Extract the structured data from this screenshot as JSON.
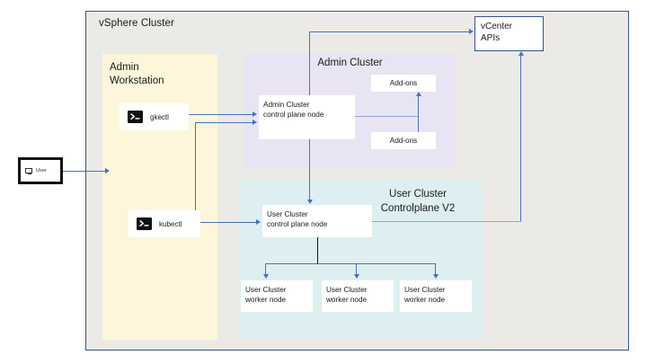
{
  "diagram": {
    "outer": {
      "title": "vSphere Cluster",
      "bg_color": "#eceae6",
      "border_color": "#33578f"
    },
    "panels": {
      "admin_workstation": {
        "title": "Admin\nWorkstation",
        "line1": "Admin",
        "line2": "Workstation",
        "bg_color": "#fdf6da"
      },
      "admin_cluster": {
        "title": "Admin Cluster",
        "bg_color": "#e9e4f3"
      },
      "user_cluster": {
        "line1": "User Cluster",
        "line2": "Controlplane V2",
        "bg_color": "#ddeff0"
      }
    },
    "nodes": {
      "admin_control_plane": {
        "line1": "Admin Cluster",
        "line2": "control plane node"
      },
      "addons_top": {
        "label": "Add-ons"
      },
      "addons_bottom": {
        "label": "Add-ons"
      },
      "user_control_plane": {
        "line1": "User Cluster",
        "line2": "control plane node"
      },
      "worker1": {
        "line1": "User Cluster",
        "line2": "worker node"
      },
      "worker2": {
        "line1": "User Cluster",
        "line2": "worker node"
      },
      "worker3": {
        "line1": "User Cluster",
        "line2": "worker node"
      },
      "vcenter": {
        "line1": "vCenter",
        "line2": "APIs"
      }
    },
    "tools": {
      "gkectl": {
        "label": "gkectl",
        "icon": "terminal-icon"
      },
      "kubectl": {
        "label": "kubectl",
        "icon": "terminal-icon"
      }
    },
    "actor": {
      "label": "User",
      "icon": "monitor-icon"
    },
    "colors": {
      "connector": "#4472c4",
      "connector_dark": "#111111",
      "node_fill": "#ffffff"
    }
  }
}
